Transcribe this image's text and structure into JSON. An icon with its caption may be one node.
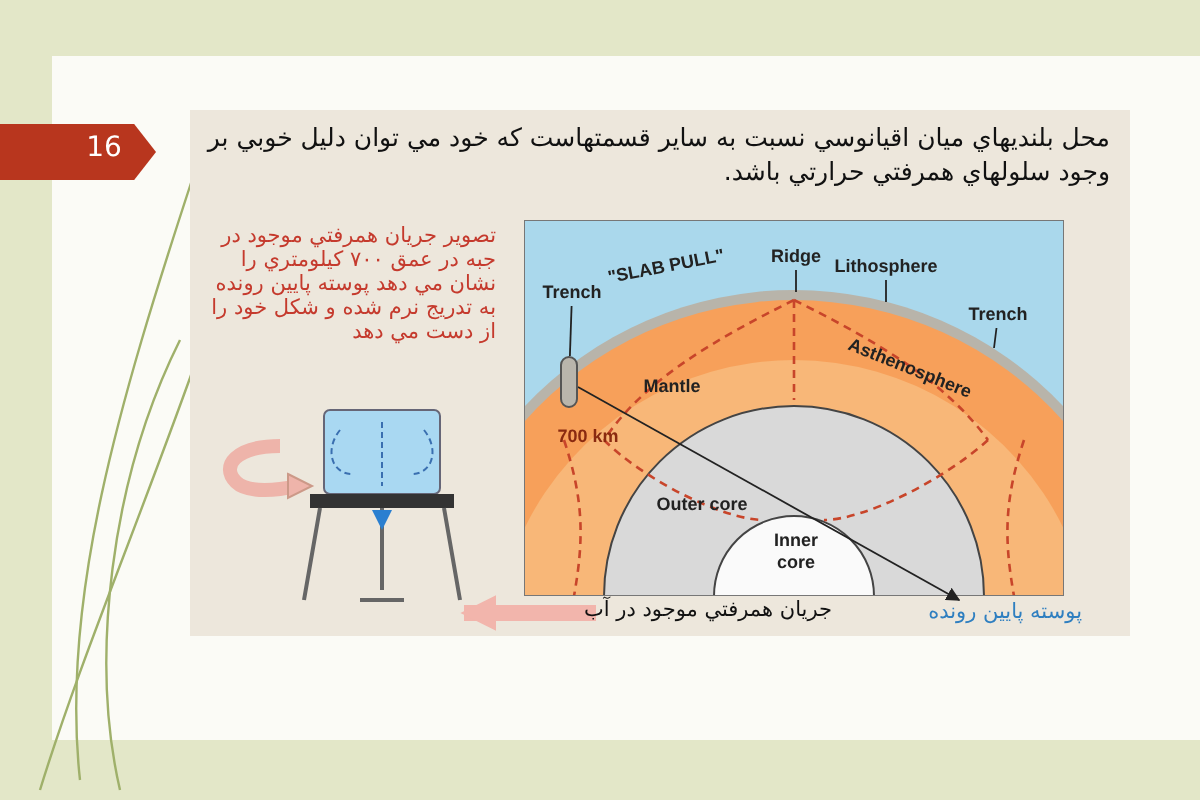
{
  "diagram": {
    "title": "محل بلنديهاي ميان اقيانوسي نسبت به ساير قسمتهاست كه خود مي توان دليل خوبي بر وجود سلولهاي همرفتي حرارتي باشد.",
    "nodes": [
      {
        "text": [],
        "shape": "picture"
      },
      {
        "text": [
          "Trench"
        ],
        "in": 0
      },
      {
        "text": [
          "Ridge"
        ],
        "in": 0
      },
      {
        "text": [
          "Lithosphere"
        ],
        "in": 0
      },
      {
        "text": [
          "Trench"
        ],
        "in": 0
      },
      {
        "text": [],
        "shape": "bar",
        "in": 0
      },
      {
        "text": [
          "پوسته پايين رونده"
        ]
      },
      {
        "text": [],
        "shape": "picture"
      },
      {
        "text": [
          "جريان همرفتي موجود در آب"
        ]
      }
    ],
    "edges": [
      {
        "from": 1,
        "to": 5,
        "arrow": "none"
      },
      {
        "from": 2,
        "to": null,
        "arrow": "none"
      },
      {
        "from": 3,
        "to": null,
        "arrow": "none"
      },
      {
        "from": 4,
        "to": null,
        "arrow": "none"
      },
      {
        "from": 5,
        "to": 6,
        "arrow": "to"
      },
      {
        "from": 8,
        "to": 7,
        "arrow": "to",
        "style": "thick",
        "color": "#f2b5ac"
      }
    ],
    "labels": [
      "16",
      "تصوير جريان همرفتي موجود در جبه در عمق ۷۰۰ كيلومتري را نشان مي دهد پوسته پايين رونده به تدريج نرم شده و شكل خود را از دست مي دهد",
      "\"SLAB PULL\"",
      "Asthenosphere",
      "Mantle",
      "700 km",
      "Outer core",
      "Inner core"
    ]
  }
}
